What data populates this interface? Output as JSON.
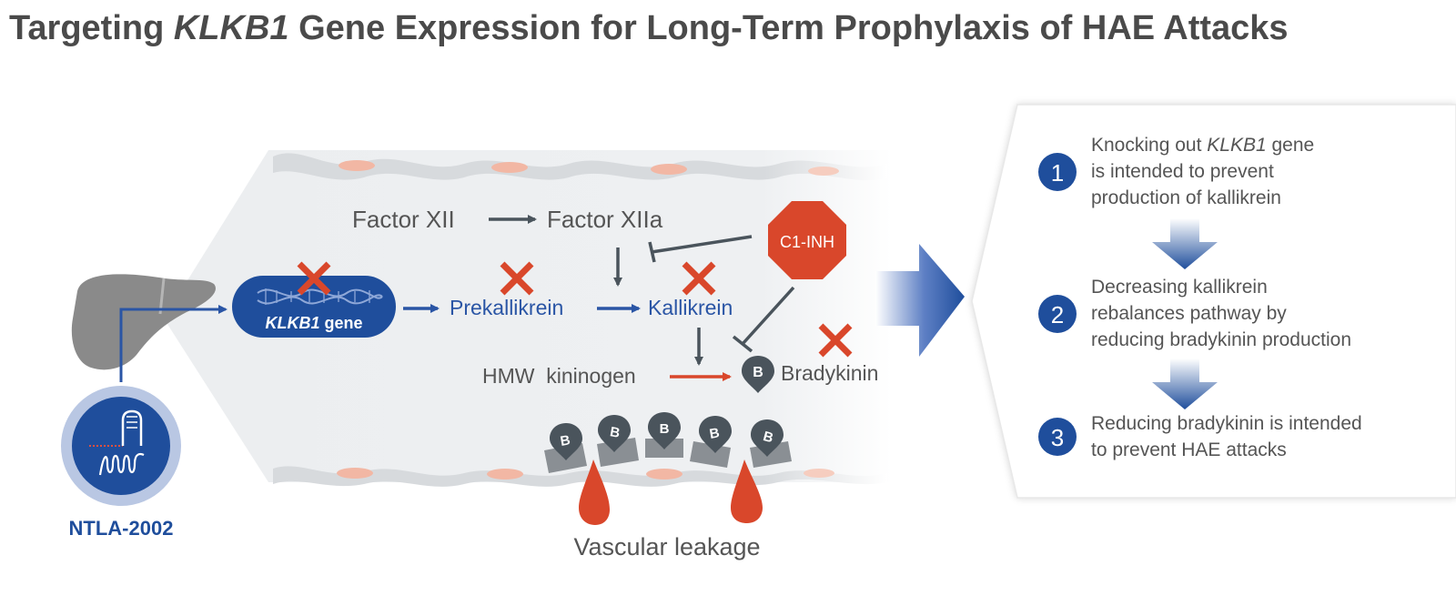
{
  "title": {
    "part1": "Targeting ",
    "gene_italic": "KLKB1",
    "part2": " Gene Expression for Long-Term Prophylaxis of HAE Attacks"
  },
  "pathway": {
    "drug_label": "NTLA-2002",
    "gene_label_italic": "KLKB1",
    "gene_label_rest": " gene",
    "factor_xii": "Factor XII",
    "factor_xiia": "Factor XIIa",
    "c1_inh": "C1-INH",
    "prekallikrein": "Prekallikrein",
    "kallikrein": "Kallikrein",
    "hmw_kininogen": "HMW  kininogen",
    "bradykinin": "Bradykinin",
    "bradykinin_symbol": "B",
    "vascular_leakage": "Vascular leakage"
  },
  "steps": [
    {
      "number": "1",
      "line1_pre": "Knocking out ",
      "line1_italic": "KLKB1",
      "line1_post": " gene",
      "line2": "is intended to prevent",
      "line3": "production of kallikrein"
    },
    {
      "number": "2",
      "line1": "Decreasing kallikrein",
      "line2": "rebalances pathway by",
      "line3": "reducing bradykinin production"
    },
    {
      "number": "3",
      "line1": "Reducing bradykinin is intended",
      "line2": "to prevent HAE attacks"
    }
  ],
  "colors": {
    "title": "#4a4a4a",
    "blue_dark": "#1f4e9c",
    "blue_text": "#2a55a5",
    "gray_text": "#555555",
    "red_cross": "#d9472b",
    "c1inh_fill": "#d9472b",
    "blood_drop": "#d9472b",
    "liver": "#8a8a8a",
    "vessel_bg": "#eef0f2",
    "cell": "#f2b7a4"
  }
}
